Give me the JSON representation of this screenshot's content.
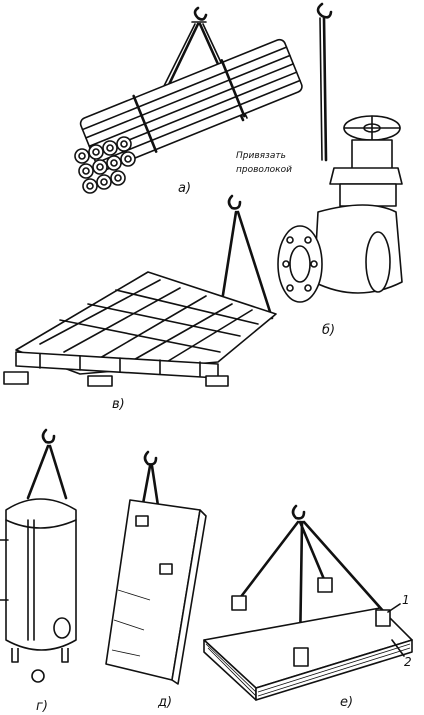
{
  "figure": {
    "panels": [
      {
        "id": "a",
        "caption": "а)"
      },
      {
        "id": "b",
        "caption": "б)",
        "note_lines": [
          "Привязать",
          "проволокой"
        ]
      },
      {
        "id": "v",
        "caption": "в)"
      },
      {
        "id": "g",
        "caption": "г)"
      },
      {
        "id": "d",
        "caption": "д)"
      },
      {
        "id": "e",
        "caption": "е)",
        "callouts": [
          "1",
          "2"
        ]
      }
    ]
  }
}
